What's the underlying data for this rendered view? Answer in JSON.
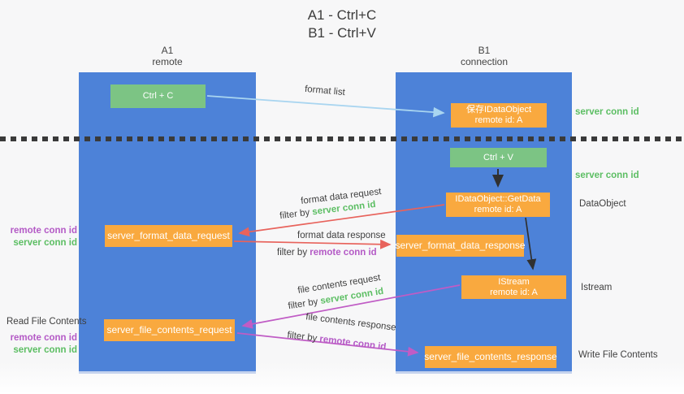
{
  "title": {
    "line1": "A1 - Ctrl+C",
    "line2": "B1 - Ctrl+V"
  },
  "columns": {
    "a1": {
      "name": "A1",
      "role": "remote"
    },
    "b1": {
      "name": "B1",
      "role": "connection"
    }
  },
  "boxes": {
    "ctrl_c": {
      "label": "Ctrl + C"
    },
    "ctrl_v": {
      "label": "Ctrl + V"
    },
    "save_dataobject": {
      "line1": "保存IDataObject",
      "line2": "remote id: A"
    },
    "getdata": {
      "line1": "IDataObject::GetData",
      "line2": "remote id: A"
    },
    "istream": {
      "line1": "IStream",
      "line2": "remote id: A"
    },
    "format_request": {
      "label": "server_format_data_request"
    },
    "format_response": {
      "label": "server_format_data_response"
    },
    "file_request": {
      "label": "server_file_contents_request"
    },
    "file_response": {
      "label": "server_file_contents_response"
    }
  },
  "labels": {
    "format_list": "format list",
    "format_data_request": "format data request",
    "format_data_response": "format data response",
    "file_contents_request": "file contents request",
    "file_contents_response": "file contents response",
    "filter_by": "filter by ",
    "server_conn_id": "server conn id",
    "remote_conn_id": "remote conn id",
    "dataobject": "DataObject",
    "istream": "Istream",
    "read_file_contents": "Read File Contents",
    "write_file_contents": "Write File Contents"
  },
  "colors": {
    "column_blue": "#4d82d8",
    "box_green": "#7cc484",
    "box_orange": "#f9a93f",
    "arrow_light_blue": "#a9d5f0",
    "arrow_red": "#e8635c",
    "arrow_magenta": "#c05cc5",
    "arrow_black": "#303030",
    "text_green": "#5cbe63",
    "text_purple": "#b45ac6"
  }
}
